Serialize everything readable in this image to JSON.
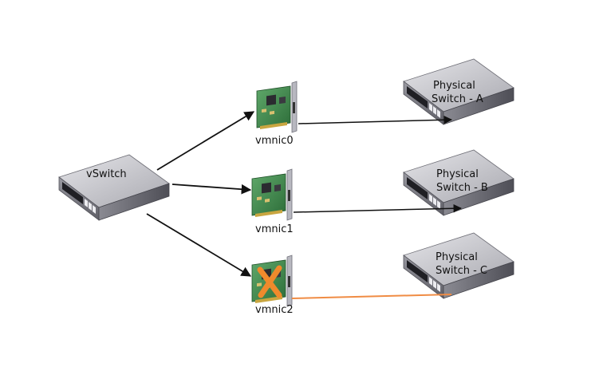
{
  "vswitch": {
    "label": "vSwitch"
  },
  "nics": [
    {
      "label": "vmnic0",
      "failed": false
    },
    {
      "label": "vmnic1",
      "failed": false
    },
    {
      "label": "vmnic2",
      "failed": true
    }
  ],
  "physical_switches": [
    {
      "line1": "Physical",
      "line2": "Switch - A"
    },
    {
      "line1": "Physical",
      "line2": "Switch - B"
    },
    {
      "line1": "Physical",
      "line2": "Switch - C"
    }
  ],
  "colors": {
    "active_link": "#111111",
    "failed_link": "#f08c44",
    "failure_mark": "#f08a2c",
    "nic_board": "#3f8a4c",
    "switch_top": "#c9c9cc",
    "switch_side": "#7a7a80"
  }
}
